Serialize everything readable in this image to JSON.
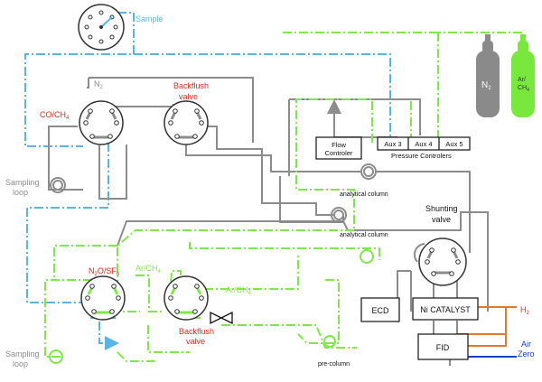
{
  "colors": {
    "gray": "#8c8c8c",
    "blue": "#5ab4e6",
    "green": "#7ee84a",
    "red": "#e0291b",
    "orange": "#e07a30",
    "navy": "#1a3fcc",
    "n2_cylinder": "#8a8a8a",
    "ar_cylinder": "#78e83c"
  },
  "labels": {
    "sample": "Sample",
    "n2_line": "N",
    "n2_line_sub": "2",
    "co_ch4": "CO/CH",
    "co_ch4_sub": "4",
    "backflush_top_1": "Backflush",
    "backflush_top_2": "valve",
    "sampling_loop_top_1": "Sampling",
    "sampling_loop_top_2": "loop",
    "flow_controller_1": "Flow",
    "flow_controller_2": "Controler",
    "aux3": "Aux 3",
    "aux4": "Aux 4",
    "aux5": "Aux 5",
    "pressure_controllers": "Pressure Controlers",
    "n2_cyl": "N",
    "n2_cyl_sub": "2",
    "ar_cyl_1": "Ar/",
    "ar_cyl_2": "CH",
    "ar_cyl_sub": "4",
    "analytical_column_1": "analytical column",
    "analytical_column_2": "analytical column",
    "shunting_valve_1": "Shunting",
    "shunting_valve_2": "valve",
    "n2o_sf6": "N",
    "n2o_sf6_sub1": "2",
    "n2o_sf6_mid": "O/SF",
    "n2o_sf6_sub2": "6",
    "ar_ch4_a": "Ar/CH",
    "ar_ch4_a_sub": "4",
    "ar_ch4_b": "Ar/CH",
    "ar_ch4_b_sub": "4",
    "backflush_bottom_1": "Backflush",
    "backflush_bottom_2": "valve",
    "sampling_loop_bottom_1": "Sampling",
    "sampling_loop_bottom_2": "loop",
    "pre_column": "pre-column",
    "ecd": "ECD",
    "ni_catalyst": "Ni CATALYST",
    "fid": "FID",
    "h2": "H",
    "h2_sub": "2",
    "air": "Air",
    "zero": "Zero"
  }
}
